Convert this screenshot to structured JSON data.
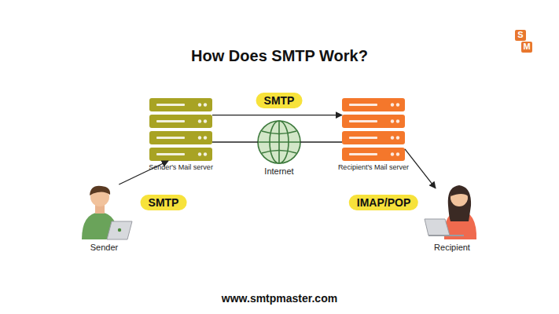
{
  "diagram": {
    "title": "How Does SMTP Work?",
    "nodes": [
      {
        "text": [
          "Sender's Mail server"
        ]
      },
      {
        "text": [
          "Internet"
        ]
      },
      {
        "text": [
          "Recipient's Mail server"
        ]
      },
      {
        "text": [
          "Sender"
        ]
      },
      {
        "text": [
          "Recipient"
        ]
      }
    ],
    "edges": [
      {
        "from": 3,
        "to": 0,
        "label": "SMTP",
        "arrow": "to"
      },
      {
        "from": 0,
        "to": 2,
        "label": "SMTP",
        "arrow": "to"
      },
      {
        "from": 0,
        "to": 1,
        "arrow": "none"
      },
      {
        "from": 1,
        "to": 2,
        "arrow": "none"
      },
      {
        "from": 2,
        "to": 4,
        "label": "IMAP/POP",
        "arrow": "to"
      }
    ],
    "labels": [
      "www.smtpmaster.com",
      "S",
      "M"
    ]
  }
}
